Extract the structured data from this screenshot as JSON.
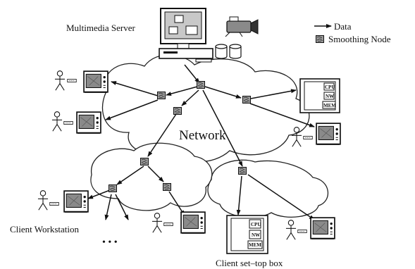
{
  "labels": {
    "server": "Multimedia Server",
    "network": "Network",
    "client_workstation": "Client Workstation",
    "client_settop": "Client set–top box",
    "ellipsis": "• • •"
  },
  "legend": {
    "data": "Data",
    "smoothing_node": "Smoothing Node"
  },
  "settop_box_labels": {
    "cpu": "CPU",
    "nw": "NW",
    "mem": "MEM"
  },
  "icons": [
    "computer-icon",
    "video-camera-icon",
    "disk-icon",
    "person-icon",
    "tv-monitor-icon",
    "set-top-box-icon",
    "smoothing-node-icon",
    "arrow-icon"
  ]
}
